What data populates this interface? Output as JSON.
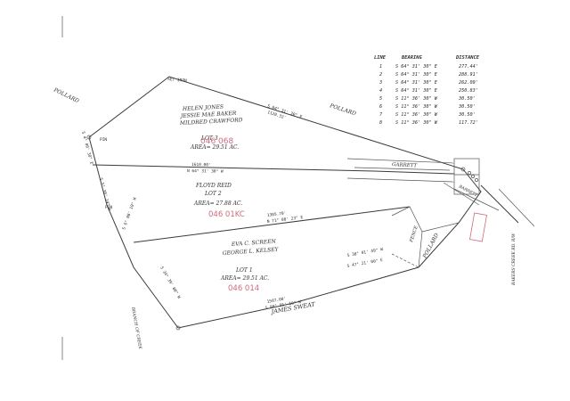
{
  "line_table": {
    "headers": {
      "line": "LINE",
      "bearing": "BEARING",
      "distance": "DISTANCE"
    },
    "rows": [
      {
        "line": "1",
        "bearing": "S 64° 31' 30\" E",
        "distance": "277.44'"
      },
      {
        "line": "2",
        "bearing": "S 64° 31' 30\" E",
        "distance": "288.91'"
      },
      {
        "line": "3",
        "bearing": "S 64° 31' 30\" E",
        "distance": "262.09'"
      },
      {
        "line": "4",
        "bearing": "S 64° 31' 30\" E",
        "distance": "250.83'"
      },
      {
        "line": "5",
        "bearing": "S 11° 36' 30\" W",
        "distance": "30.50'"
      },
      {
        "line": "6",
        "bearing": "S 11° 36' 30\" W",
        "distance": "30.50'"
      },
      {
        "line": "7",
        "bearing": "S 11° 36' 30\" W",
        "distance": "30.50'"
      },
      {
        "line": "8",
        "bearing": "S 11° 36' 30\" W",
        "distance": "117.72'"
      }
    ]
  },
  "lots": {
    "lot3": {
      "owners": [
        "HELEN JONES",
        "JESSIE MAE BAKER",
        "MILDRED CRAWFORD"
      ],
      "lot": "LOT 3",
      "area": "AREA= 29.51 AC.",
      "parcel": "046 068"
    },
    "lot2": {
      "owners": [
        "FLOYD REID"
      ],
      "lot": "LOT 2",
      "area": "AREA= 27.88 AC.",
      "parcel": "046 01KC"
    },
    "lot1": {
      "owners": [
        "EVA C. SCREEN",
        "GEORGE L. KELSEY"
      ],
      "lot": "LOT 1",
      "area": "AREA= 29.51 AC.",
      "parcel": "046 014"
    }
  },
  "adjoiners": {
    "pollard_nw": "POLLARD",
    "pollard_ne": "POLLARD",
    "pollard_se": "POLLARD",
    "james_sweat": "JAMES SWEAT",
    "barrett": "BARRETT",
    "garrett": "GARRETT",
    "bakers_creek": "BAKERS CREEK RD. R/W",
    "branch_of_creek": "BRANCH OF CREEK",
    "fence": "FENCE"
  },
  "bearings": {
    "north_line": "S 64° 31' 30\" E",
    "north_line_dist": "1120.32'",
    "lot3_south": "N 64° 31' 30\" W",
    "lot3_south_dist": "1610.00'",
    "lot2_south": "N 71° 00' 23\" E",
    "lot2_south_dist": "1305.70'",
    "south_line": "S 80° 55' 10\" W",
    "south_line_dist": "1507.00'",
    "west_top": "S 4° 00' 30\" E",
    "west_mid": "S 5° 38' 14\" W",
    "west_low": "S 6° 08' 10\" W",
    "inner_a": "S 34° 39' 00\" W",
    "inner_b": "S 38° 01' 49\" W",
    "inner_c": "S 47° 21' 00\" E"
  },
  "marks": {
    "pin_a": "PIN",
    "pin_b": "PIN",
    "set_iron": "SET IRON"
  }
}
